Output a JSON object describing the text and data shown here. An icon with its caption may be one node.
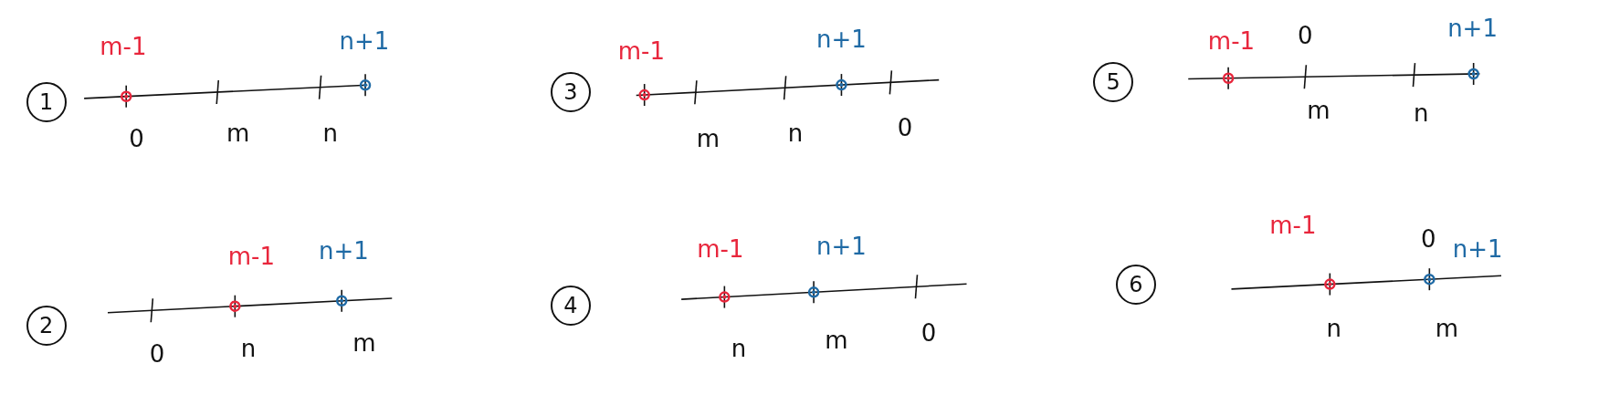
{
  "diagram": {
    "nodes": [
      {
        "text": [
          "1"
        ]
      },
      {
        "text": [
          "3"
        ]
      },
      {
        "text": [
          "5"
        ]
      },
      {
        "text": [
          "2"
        ]
      },
      {
        "text": [
          "4"
        ]
      },
      {
        "text": [
          "6"
        ]
      }
    ],
    "labels": [
      "m-1",
      "n+1",
      "0",
      "m",
      "n",
      "m-1",
      "n+1",
      "m",
      "n",
      "0",
      "m-1",
      "0",
      "n+1",
      "m",
      "n",
      "m-1",
      "n+1",
      "0",
      "n",
      "m",
      "m-1",
      "n+1",
      "n",
      "m",
      "0",
      "m-1",
      "0",
      "n+1",
      "n",
      "m"
    ]
  }
}
